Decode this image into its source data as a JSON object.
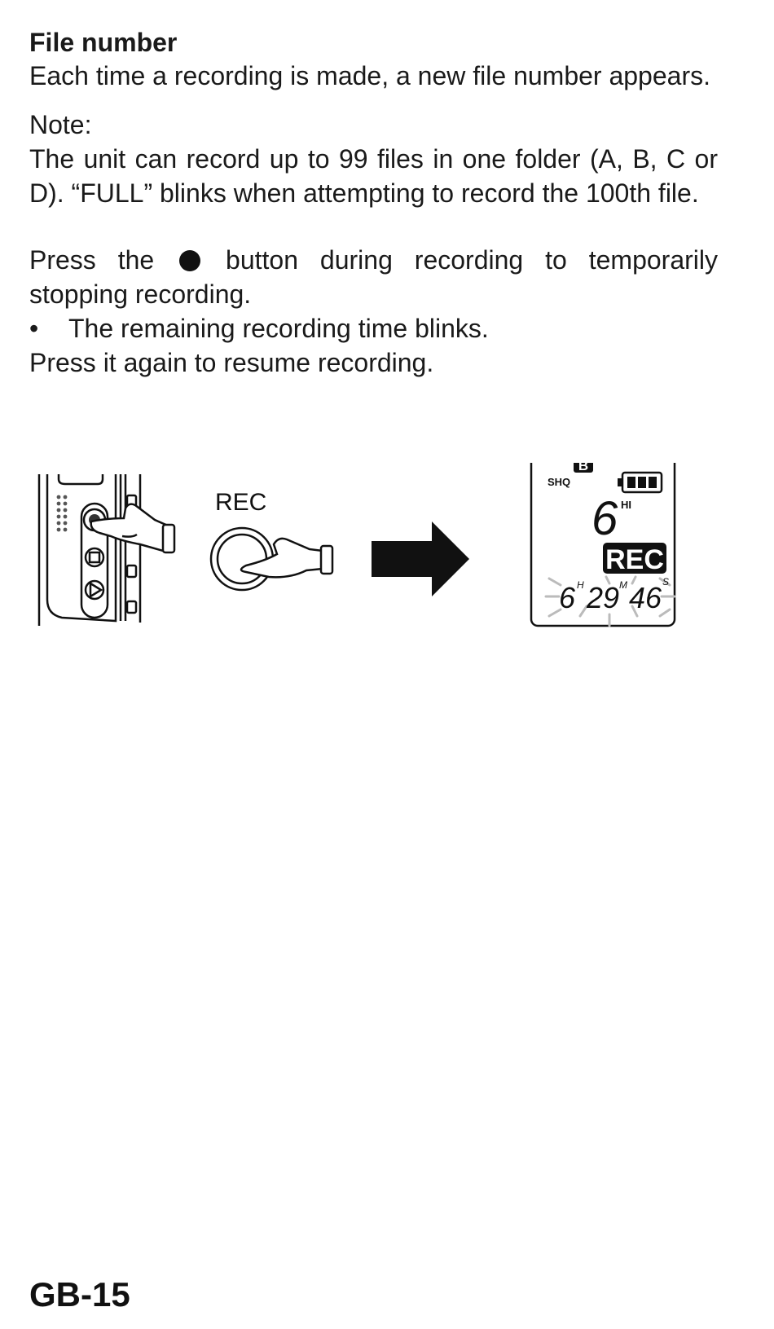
{
  "section": {
    "heading": "File number",
    "body": "Each time a recording is made, a new file number appears."
  },
  "note": {
    "label": "Note:",
    "body": "The unit can record up to 99 files in one folder (A, B, C or D). “FULL” blinks when attempting to record the 100th file."
  },
  "pause": {
    "line_before": "Press the",
    "line_after": "button during recording to temporarily stopping recording.",
    "bullet": "The remaining recording time blinks.",
    "resume": "Press it again to resume recording."
  },
  "illustration": {
    "button_label": "REC",
    "display": {
      "folder": "B",
      "quality": "SHQ",
      "file_number": "6",
      "mic_sens": "HI",
      "rec_badge": "REC",
      "time_h": "6",
      "time_m": "29",
      "time_s": "46",
      "unit_h": "H",
      "unit_m": "M",
      "unit_s": "S"
    }
  },
  "footer": {
    "page_number": "GB-15"
  }
}
